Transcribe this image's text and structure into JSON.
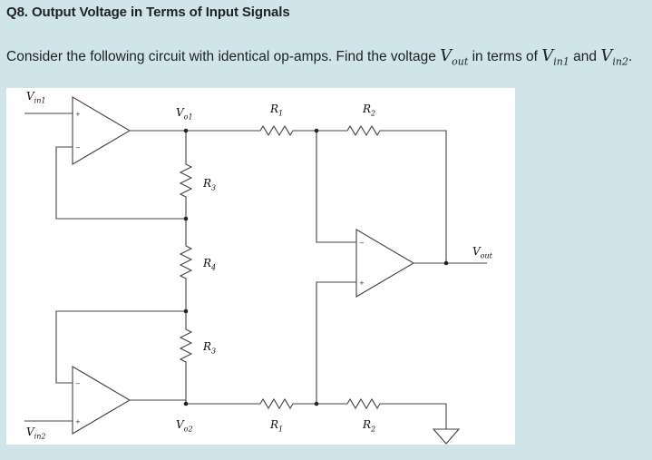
{
  "question": {
    "title": "Q8. Output Voltage in Terms of Input Signals",
    "text_before": "Consider the following circuit with identical op-amps. Find the voltage ",
    "vout_main": "V",
    "vout_sub": "out",
    "text_mid": " in terms of ",
    "vin1_main": "V",
    "vin1_sub": "in1",
    "text_and": " and ",
    "vin2_main": "V",
    "vin2_sub": "in2",
    "text_end": "."
  },
  "circuit": {
    "labels": {
      "vin1": {
        "main": "V",
        "sub": "in1"
      },
      "vin2": {
        "main": "V",
        "sub": "in2"
      },
      "vo1": {
        "main": "V",
        "sub": "o1"
      },
      "vo2": {
        "main": "V",
        "sub": "o2"
      },
      "vout": {
        "main": "V",
        "sub": "out"
      },
      "r1_top": {
        "main": "R",
        "sub": "1"
      },
      "r2_top": {
        "main": "R",
        "sub": "2"
      },
      "r1_bot": {
        "main": "R",
        "sub": "1"
      },
      "r2_bot": {
        "main": "R",
        "sub": "2"
      },
      "r3_top": {
        "main": "R",
        "sub": "3"
      },
      "r4": {
        "main": "R",
        "sub": "4"
      },
      "r3_bot": {
        "main": "R",
        "sub": "3"
      }
    },
    "opamp_plus": "+",
    "opamp_minus": "−"
  }
}
